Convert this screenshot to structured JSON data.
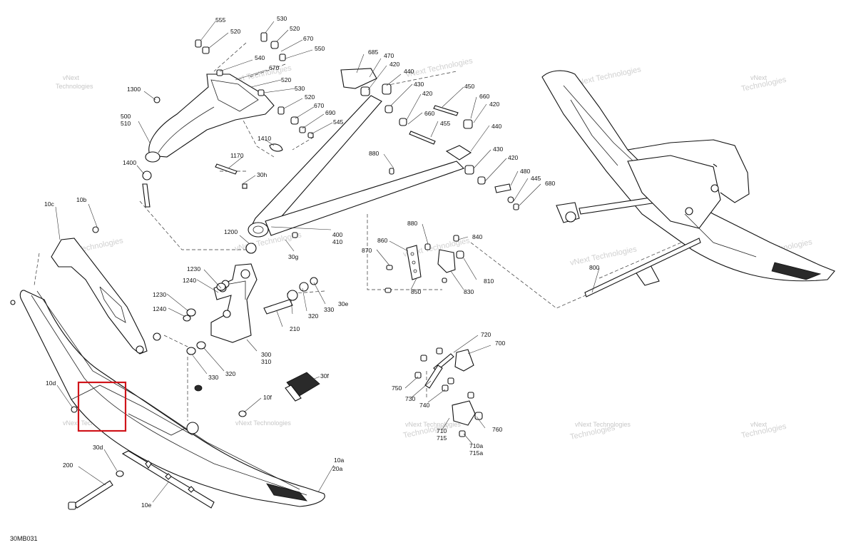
{
  "diagram": {
    "code": "30MB031",
    "watermark_line1": "vNext",
    "watermark_line2": "Technologies",
    "watermark_full": "vNext Technologies",
    "highlight_color": "#d0141a",
    "callouts": {
      "c555": "555",
      "c520a": "520",
      "c530a": "530",
      "c520b": "520",
      "c670a": "670",
      "c540": "540",
      "c550": "550",
      "c670b": "670",
      "c520c": "520",
      "c530b": "530",
      "c520d": "520",
      "c670c": "670",
      "c690": "690",
      "c545": "545",
      "c1300": "1300",
      "c500": "500",
      "c510": "510",
      "c1410": "1410",
      "c1170": "1170",
      "c30h": "30h",
      "c1400": "1400",
      "c685": "685",
      "c470": "470",
      "c420a": "420",
      "c440a": "440",
      "c430a": "430",
      "c420b": "420",
      "c450": "450",
      "c660a": "660",
      "c420c": "420",
      "c660b": "660",
      "c455": "455",
      "c440b": "440",
      "c430b": "430",
      "c420d": "420",
      "c480": "480",
      "c445": "445",
      "c680": "680",
      "c880a": "880",
      "c10c": "10c",
      "c10b": "10b",
      "c1200": "1200",
      "c30g": "30g",
      "c400": "400",
      "c410": "410",
      "c880b": "880",
      "c860": "860",
      "c870": "870",
      "c840": "840",
      "c810": "810",
      "c850": "850",
      "c830": "830",
      "c1230a": "1230",
      "c1240a": "1240",
      "c1230b": "1230",
      "c1240b": "1240",
      "c330a": "330",
      "c320a": "320",
      "c30e": "30e",
      "c210": "210",
      "c300": "300",
      "c310": "310",
      "c330b": "330",
      "c320b": "320",
      "c10d": "10d",
      "c30f": "30f",
      "c10f": "10f",
      "c30d": "30d",
      "c200": "200",
      "c10a": "10a",
      "c20a": "20a",
      "c10e": "10e",
      "c720": "720",
      "c700": "700",
      "c750": "750",
      "c730": "730",
      "c740": "740",
      "c710": "710",
      "c715": "715",
      "c760": "760",
      "c710a": "710a",
      "c715a": "715a",
      "c800": "800"
    }
  }
}
